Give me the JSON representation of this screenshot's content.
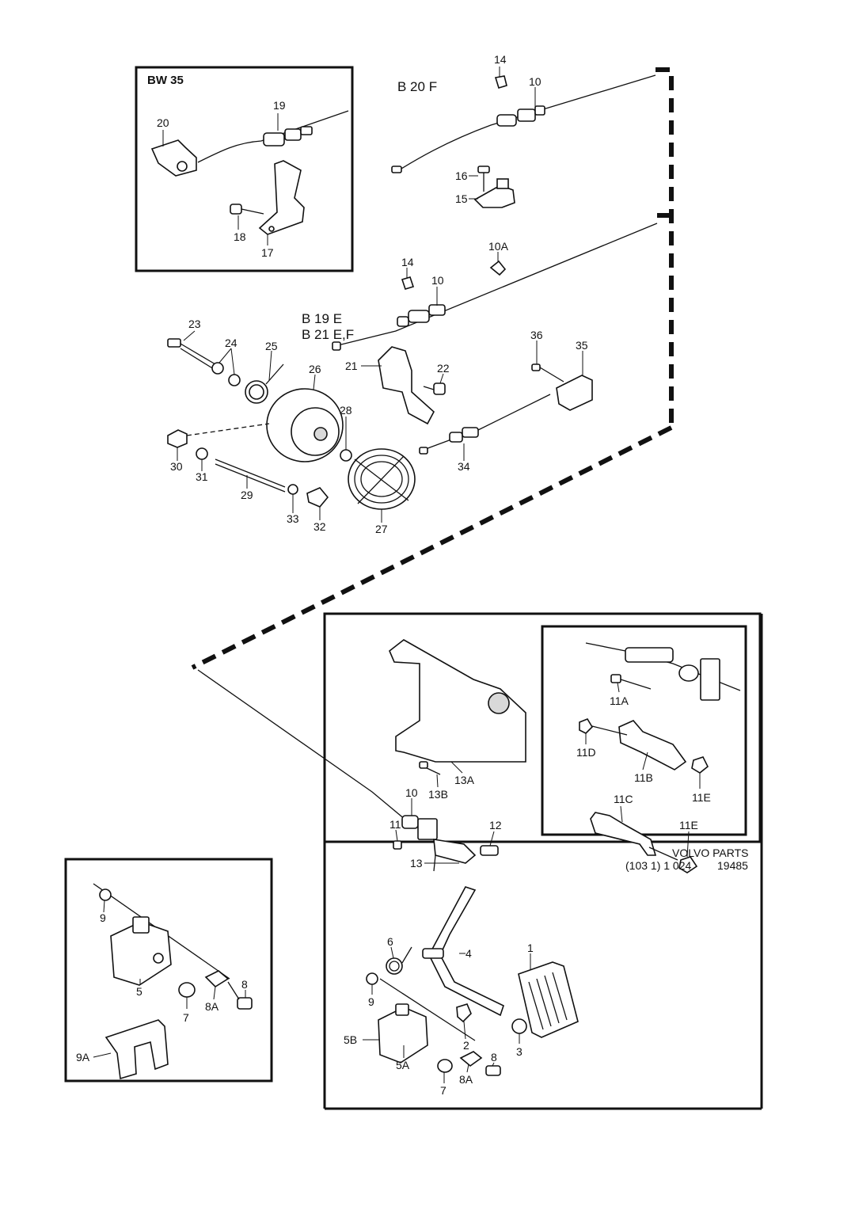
{
  "inset_bw35": {
    "title": "BW 35"
  },
  "variants": {
    "b20f": "B 20 F",
    "b19e": "B 19 E",
    "b21ef": "B 21 E,F"
  },
  "labels": {
    "n14a": "14",
    "n10a": "10",
    "n16": "16",
    "n15": "15",
    "n19": "19",
    "n20": "20",
    "n18": "18",
    "n17": "17",
    "n14b": "14",
    "n10b": "10",
    "n10A": "10A",
    "n23": "23",
    "n24": "24",
    "n25": "25",
    "n26": "26",
    "n21": "21",
    "n22": "22",
    "n36": "36",
    "n35": "35",
    "n28": "28",
    "n30": "30",
    "n31": "31",
    "n29": "29",
    "n33": "33",
    "n32": "32",
    "n27": "27",
    "n34": "34",
    "n13A": "13A",
    "n13B": "13B",
    "n10c": "10",
    "n11": "11",
    "n12": "12",
    "n13": "13",
    "n11A": "11A",
    "n11D": "11D",
    "n11B": "11B",
    "n11E1": "11E",
    "n11C": "11C",
    "n11E2": "11E",
    "n6": "6",
    "n4": "4",
    "n1": "1",
    "n9b": "9",
    "n5B": "5B",
    "n5A": "5A",
    "n2": "2",
    "n3": "3",
    "n8b": "8",
    "n8Ab": "8A",
    "n7b": "7",
    "n9a": "9",
    "n5a": "5",
    "n7a": "7",
    "n8Aa": "8A",
    "n8a": "8",
    "n9A": "9A"
  },
  "footer": {
    "brand": "VOLVO PARTS",
    "code": "(103 1) 1 024",
    "number": "19485"
  }
}
